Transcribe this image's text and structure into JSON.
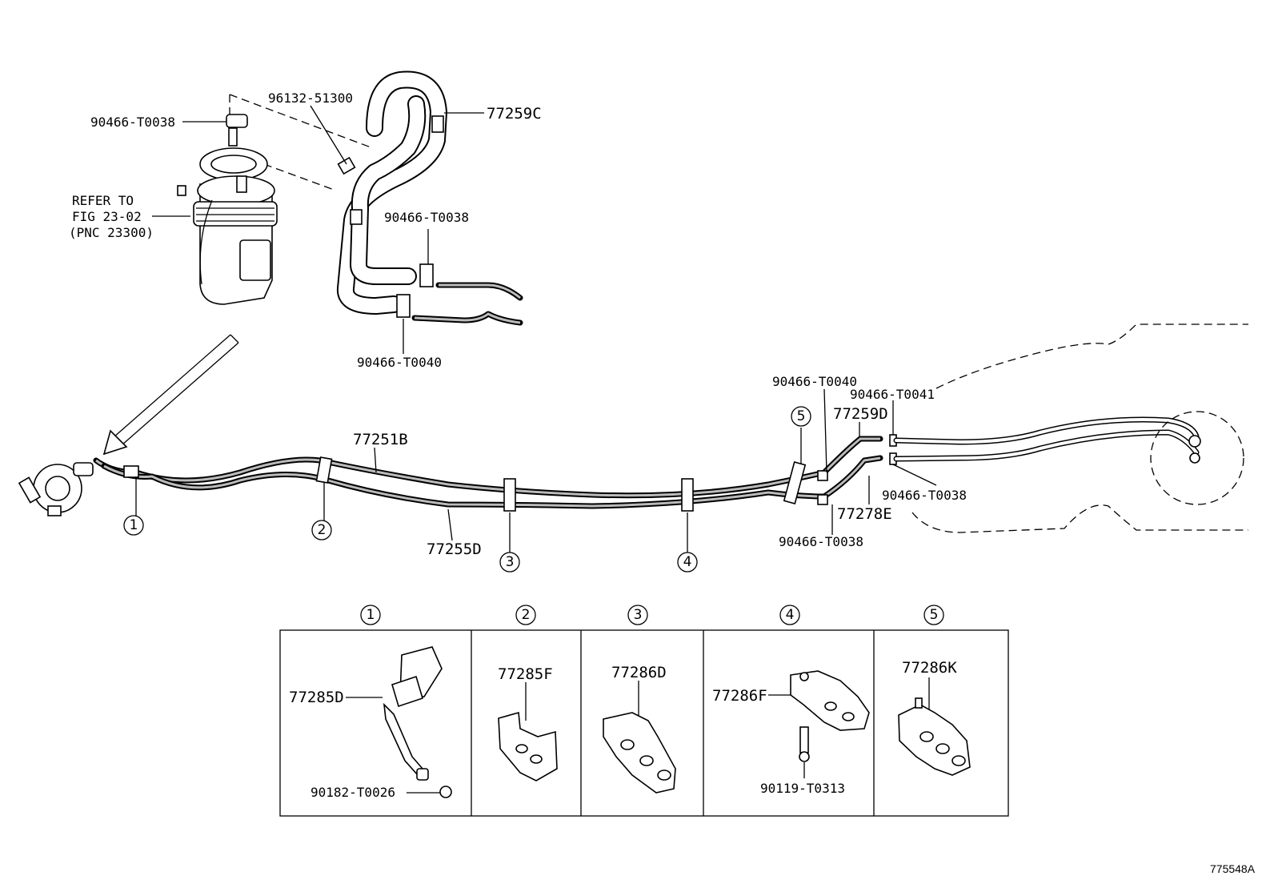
{
  "labels": {
    "p1": "90466-T0038",
    "p2": "96132-51300",
    "p3": "77259C",
    "p4a": "REFER TO",
    "p4b": "FIG 23-02",
    "p4c": "(PNC 23300)",
    "p5": "90466-T0038",
    "p6": "90466-T0040",
    "p7": "77251B",
    "p8": "77255D",
    "p9": "90466-T0040",
    "p10": "90466-T0041",
    "p11": "77259D",
    "p12": "90466-T0038",
    "p13": "77278E",
    "p14": "90466-T0038"
  },
  "callouts": [
    "1",
    "2",
    "3",
    "4",
    "5"
  ],
  "detail_panels": [
    {
      "num": "1",
      "part": "77285D",
      "sub": "90182-T0026"
    },
    {
      "num": "2",
      "part": "77285F",
      "sub": ""
    },
    {
      "num": "3",
      "part": "77286D",
      "sub": ""
    },
    {
      "num": "4",
      "part": "77286F",
      "sub": "90119-T0313"
    },
    {
      "num": "5",
      "part": "77286K",
      "sub": ""
    }
  ],
  "reference_code": "775548A"
}
